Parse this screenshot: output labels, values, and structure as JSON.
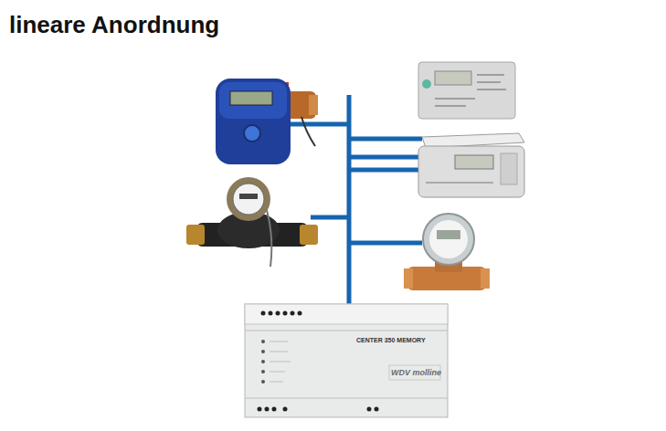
{
  "diagram": {
    "title": "lineare Anordnung",
    "nodes": [
      {
        "text": [
          "CENTER 350 MEMORY",
          "WDV molline"
        ]
      }
    ]
  }
}
